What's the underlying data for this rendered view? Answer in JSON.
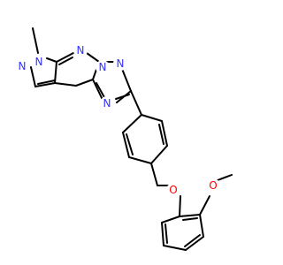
{
  "colors": {
    "background": "#ffffff",
    "bond": "#000000",
    "nitrogen": "#3333ff",
    "oxygen": "#ff0000"
  },
  "atoms": {
    "n1": "N",
    "n2": "N",
    "n3": "N",
    "n4": "N",
    "n5": "N",
    "n6": "N",
    "o1": "O",
    "o2": "O"
  }
}
